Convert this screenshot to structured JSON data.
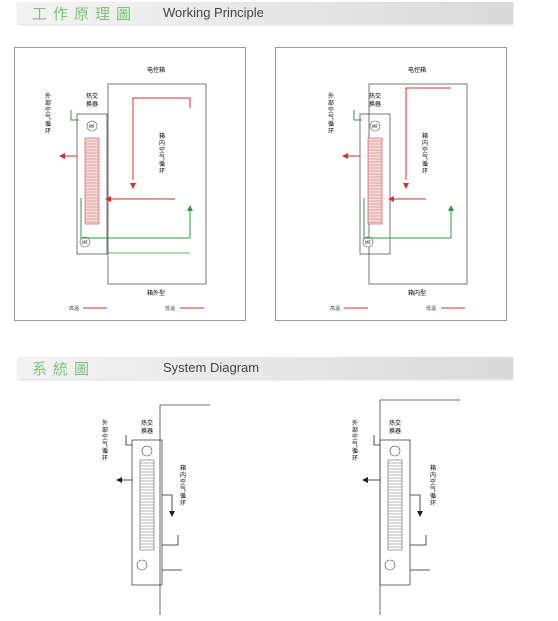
{
  "header_working": {
    "zh": "工作原理圖",
    "en": "Working Principle"
  },
  "header_system": {
    "zh": "系統圖",
    "en": "System Diagram"
  },
  "colors": {
    "hot": "#d62f2f",
    "cold": "#2f9a3c",
    "accent_title": "#7fc27a"
  },
  "diagram_labels": {
    "cabinet": "电控箱",
    "outer_loop": "外部空气循环",
    "heat_exchanger_1": "热交",
    "heat_exchanger_2": "换器",
    "inner_loop": "箱内空气循环",
    "fan": "MF",
    "legend_hot": "高温",
    "legend_cold": "低温"
  },
  "left_panel": {
    "caption": "箱外型"
  },
  "right_panel": {
    "caption": "箱内型"
  }
}
